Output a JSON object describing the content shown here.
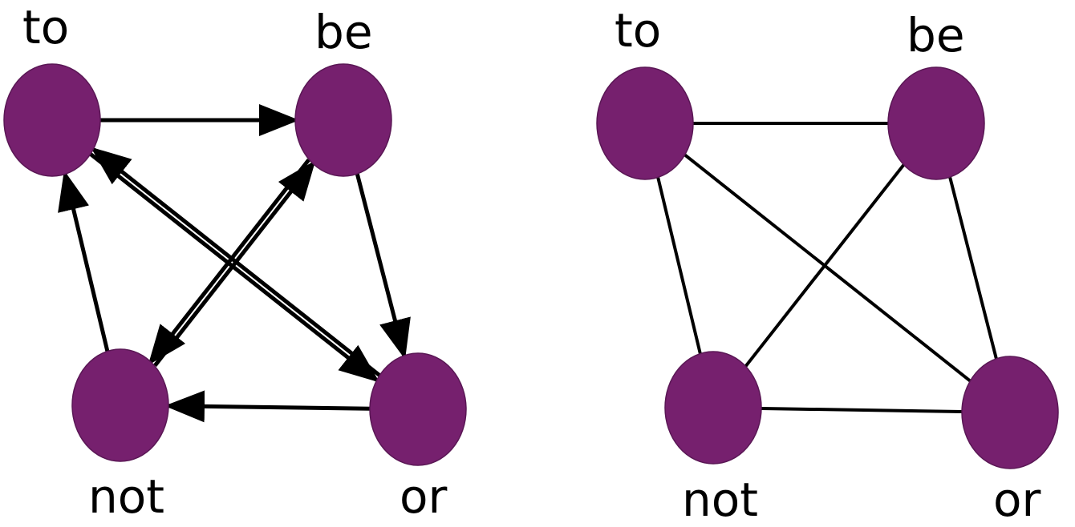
{
  "colors": {
    "node_fill": "#76206e",
    "node_stroke": "#5a1755",
    "edge": "#000000",
    "background": "#ffffff"
  },
  "directed_graph": {
    "nodes": {
      "to": {
        "label": "to"
      },
      "be": {
        "label": "be"
      },
      "not": {
        "label": "not"
      },
      "or": {
        "label": "or"
      }
    },
    "edges": [
      {
        "from": "to",
        "to": "be"
      },
      {
        "from": "be",
        "to": "or"
      },
      {
        "from": "or",
        "to": "not"
      },
      {
        "from": "not",
        "to": "to"
      },
      {
        "from": "to",
        "to": "or"
      },
      {
        "from": "or",
        "to": "to"
      },
      {
        "from": "be",
        "to": "not"
      },
      {
        "from": "not",
        "to": "be"
      }
    ]
  },
  "undirected_graph": {
    "nodes": {
      "to": {
        "label": "to"
      },
      "be": {
        "label": "be"
      },
      "not": {
        "label": "not"
      },
      "or": {
        "label": "or"
      }
    },
    "edges": [
      {
        "a": "to",
        "b": "be"
      },
      {
        "a": "be",
        "b": "or"
      },
      {
        "a": "or",
        "b": "not"
      },
      {
        "a": "not",
        "b": "to"
      },
      {
        "a": "to",
        "b": "or"
      },
      {
        "a": "be",
        "b": "not"
      }
    ]
  }
}
